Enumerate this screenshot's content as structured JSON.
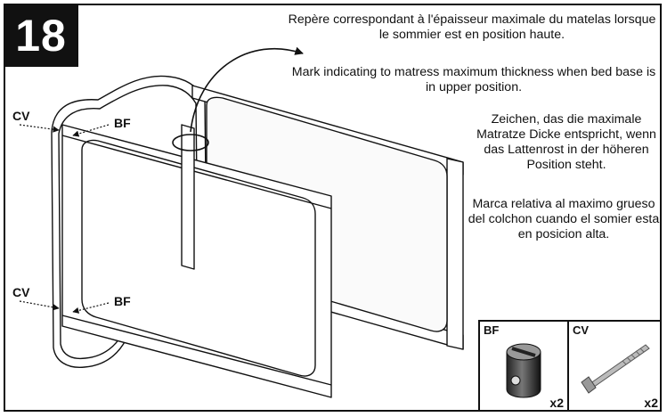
{
  "step_number": "18",
  "notes": {
    "french": "Repère correspondant à l'épaisseur maximale du matelas lorsque le sommier est en position haute.",
    "english": "Mark indicating to matress maximum thickness when bed base is in upper position.",
    "german": "Zeichen, das die maximale Matratze Dicke entspricht, wenn das Lattenrost in der höheren Position steht.",
    "spanish": "Marca relativa al maximo grueso del colchon cuando el somier esta en posicion alta."
  },
  "callouts": {
    "cv_top": "CV",
    "bf_top": "BF",
    "cv_bottom": "CV",
    "bf_bottom": "BF"
  },
  "parts": [
    {
      "code": "BF",
      "quantity": "x2",
      "icon": "cam-nut-icon"
    },
    {
      "code": "CV",
      "quantity": "x2",
      "icon": "bolt-icon"
    }
  ]
}
